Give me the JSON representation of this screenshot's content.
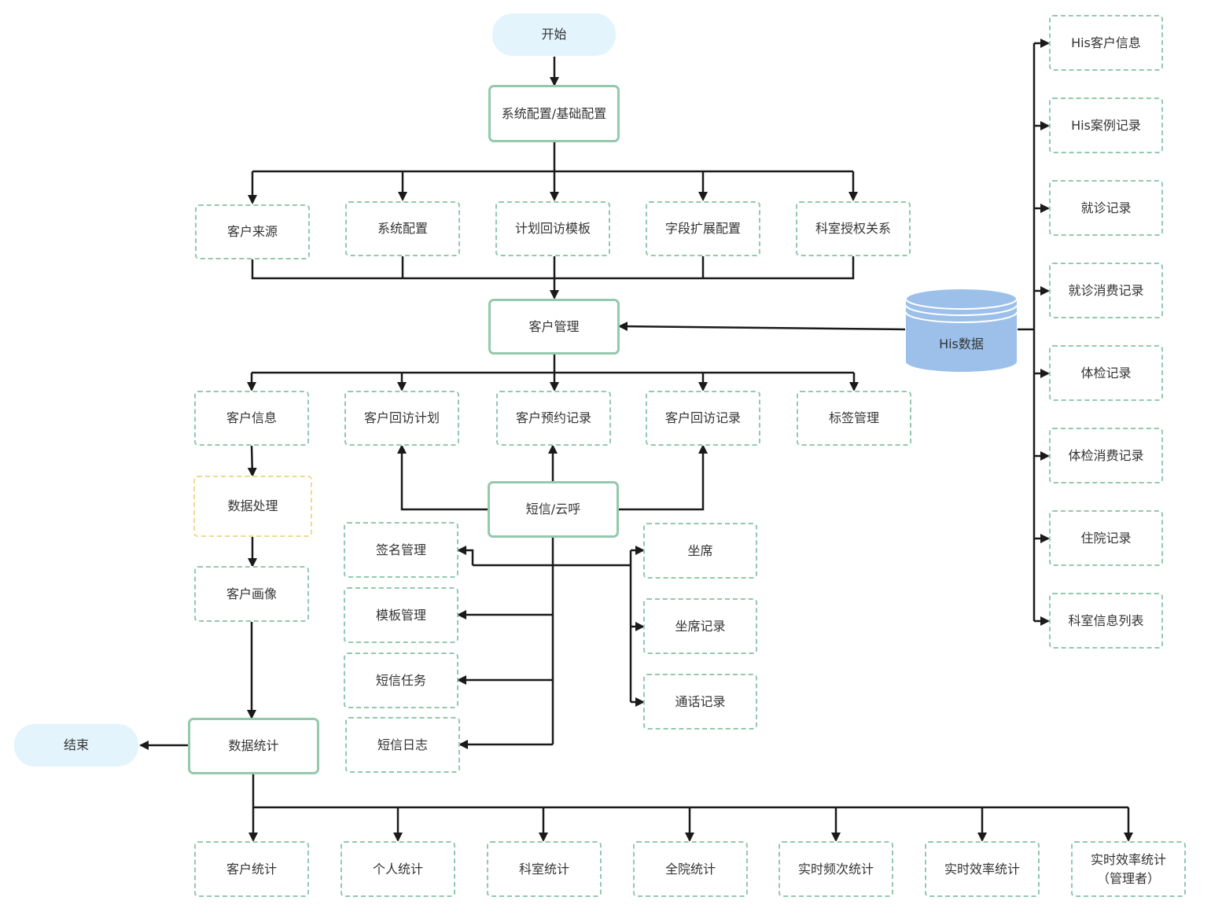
{
  "start": "开始",
  "base_config": "系统配置/基础配置",
  "config_items": [
    "客户来源",
    "系统配置",
    "计划回访模板",
    "字段扩展配置",
    "科室授权关系"
  ],
  "customer_mgmt": "客户管理",
  "his_data": "His数据",
  "his_items": [
    "His客户信息",
    "His案例记录",
    "就诊记录",
    "就诊消费记录",
    "体检记录",
    "体检消费记录",
    "住院记录",
    "科室信息列表"
  ],
  "customer_items": [
    "客户信息",
    "客户回访计划",
    "客户预约记录",
    "客户回访记录",
    "标签管理"
  ],
  "data_processing": "数据处理",
  "customer_portrait": "客户画像",
  "sms_call": "短信/云呼",
  "sms_items": [
    "签名管理",
    "模板管理",
    "短信任务",
    "短信日志"
  ],
  "call_items": [
    "坐席",
    "坐席记录",
    "通话记录"
  ],
  "data_stats": "数据统计",
  "end": "结束",
  "stats_items": [
    "客户统计",
    "个人统计",
    "科室统计",
    "全院统计",
    "实时频次统计",
    "实时效率统计"
  ],
  "stats_last": {
    "line1": "实时效率统计",
    "line2": "（管理者）"
  },
  "colors": {
    "line": "#1a1a1a",
    "node_border": "#93c9ad",
    "pill": "#e3f4fd",
    "database": "#9cc0ea",
    "dashed_yellow": "#efd98e"
  }
}
